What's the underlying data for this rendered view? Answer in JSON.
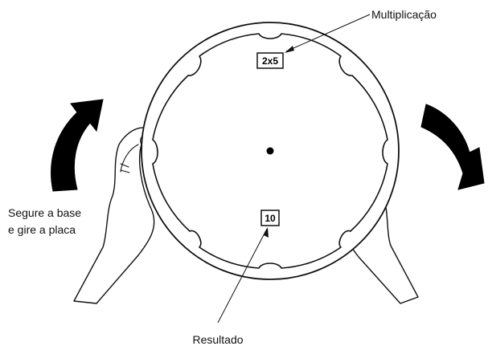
{
  "labels": {
    "multiplication": "Multiplicação",
    "result": "Resultado",
    "instruction_line1": "Segure a base",
    "instruction_line2": "e gire a placa"
  },
  "disc": {
    "window_top": "2x5",
    "window_bottom": "10"
  },
  "icons": [
    "curved-arrow-up-icon",
    "curved-arrow-down-icon",
    "left-hand-icon",
    "right-hand-icon"
  ]
}
